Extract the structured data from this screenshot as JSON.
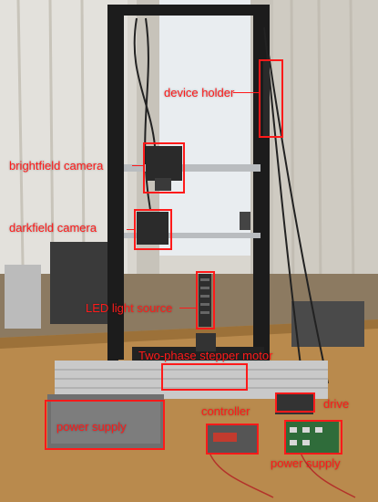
{
  "image": {
    "description_colors": {
      "annotation": "#ff1a1a",
      "frame": "#1c1c1c",
      "wall": "#d9d6cf",
      "window_light": "#e9edf0",
      "table": "#b98a4d",
      "floor": "#8c7a61"
    }
  },
  "labels": {
    "device_holder": "device holder",
    "brightfield_camera": "brightfield camera",
    "darkfield_camera": "darkfield camera",
    "led_light_source": "LED light source",
    "stepper_motor": "Two-phase stepper motor",
    "power_supply_left": "power supply",
    "controller": "controller",
    "drive": "drive",
    "power_supply_right": "power supply"
  }
}
